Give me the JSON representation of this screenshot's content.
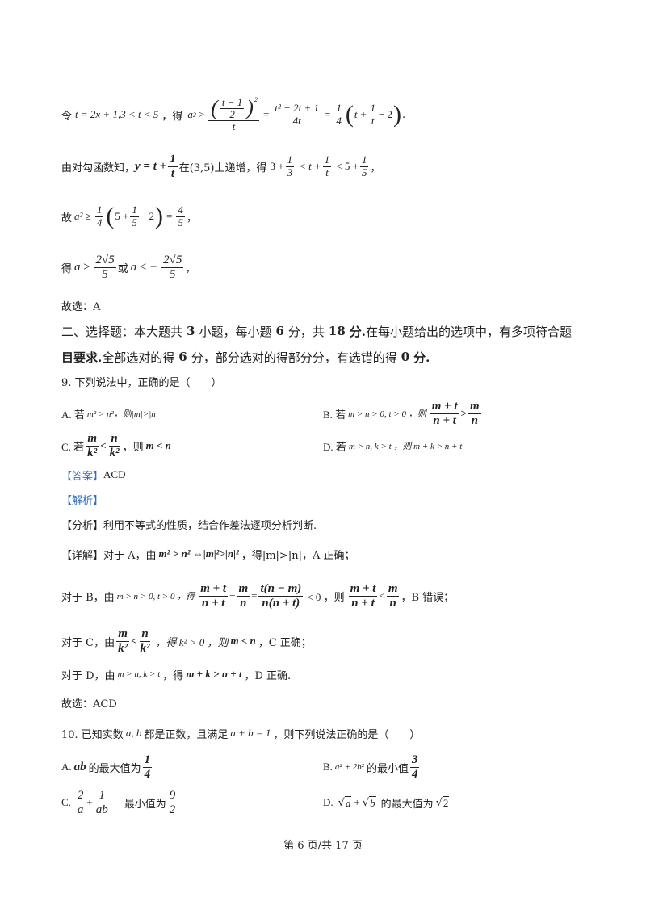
{
  "line1": {
    "pre": "令",
    "assign": "t = 2x + 1,3 < t < 5",
    "mid": "，得",
    "lhs": "a",
    "sq": "2",
    "gt": ">",
    "f1_inner_num": "t − 1",
    "f1_inner_den": "2",
    "f1_den": "t",
    "eq1": "=",
    "f2_num": "t² − 2t + 1",
    "f2_den": "4t",
    "eq2": "=",
    "f3_num": "1",
    "f3_den": "4",
    "inner_t": "t +",
    "f4_num": "1",
    "f4_den": "t",
    "inner_rest": "− 2",
    "end": "."
  },
  "line2": {
    "pre": "由对勾函数知，",
    "fn": "y = t +",
    "fn_num": "1",
    "fn_den": "t",
    "domain": "在(3,5)上递增，得",
    "a1": "3 +",
    "a1_num": "1",
    "a1_den": "3",
    "a2": "< t +",
    "a2_num": "1",
    "a2_den": "t",
    "a3": "< 5 +",
    "a3_num": "1",
    "a3_den": "5",
    "end": "，"
  },
  "line3": {
    "pre": "故",
    "lhs": "a² ≥",
    "f_num": "1",
    "f_den": "4",
    "inner": "5 +",
    "i_num": "1",
    "i_den": "5",
    "inner_rest": "− 2",
    "eq": "=",
    "r_num": "4",
    "r_den": "5",
    "end": "，"
  },
  "line4": {
    "pre": "得",
    "l1": "a ≥",
    "n1": "2√5",
    "d1": "5",
    "or": "或",
    "l2": "a ≤ −",
    "n2": "2√5",
    "d2": "5",
    "end": "，"
  },
  "line5": "故选：A",
  "section2": {
    "p1": "二、选择题：本大题共",
    "n1": "3",
    "p2": "小题，每小题",
    "n2": "6",
    "p3": "分，共",
    "n3": "18",
    "p4": "分.",
    "p5": "在每小题给出的选项中，有多项符合题",
    "line2_a": "目要求.",
    "line2_b": "全部选对的得",
    "n4": "6",
    "line2_c": "分，部分选对的得部分分，有选错的得",
    "n5": "0",
    "line2_d": "分."
  },
  "q9": {
    "stem": "9. 下列说法中，正确的是（　　）",
    "A_label": "A. 若",
    "A_text": "m² > n²，则|m|>|n|",
    "B_label": "B. 若",
    "B_cond": "m > n > 0, t > 0 ，则",
    "B_num1": "m + t",
    "B_den1": "n + t",
    "B_gt": ">",
    "B_num2": "m",
    "B_den2": "n",
    "C_label": "C. 若",
    "C_num1": "m",
    "C_den1": "k²",
    "C_lt": "<",
    "C_num2": "n",
    "C_den2": "k²",
    "C_then": "，则",
    "C_res": "m < n",
    "D_label": "D. 若",
    "D_text": "m > n, k > t ，则 m + k > n + t"
  },
  "answer": {
    "tag": "【答案】",
    "val": "ACD"
  },
  "analysis_tag": "【解析】",
  "fenxi": {
    "tag": "【分析】",
    "text": "利用不等式的性质，结合作差法逐项分析判断."
  },
  "xiangjie": {
    "tag": "【详解】",
    "t1": "对于 A，由",
    "expr": "m² > n² ⇔|m|²>|n|²",
    "t2": "，得|m|>|n|，A 正确；"
  },
  "forB": {
    "t1": "对于 B，由",
    "cond": "m > n > 0, t > 0 ，得",
    "n1": "m + t",
    "d1": "n + t",
    "minus": "−",
    "n2": "m",
    "d2": "n",
    "eq": "=",
    "n3": "t(n − m)",
    "d3": "n(n + t)",
    "lt0": "< 0 ，则",
    "n4": "m + t",
    "d4": "n + t",
    "lt": "<",
    "n5": "m",
    "d5": "n",
    "end": "，B 错误；"
  },
  "forC": {
    "t1": "对于 C，由",
    "n1": "m",
    "d1": "k²",
    "lt": "<",
    "n2": "n",
    "d2": "k²",
    "t2": "，得 k² > 0 ，则",
    "res": "m < n",
    "end": "，C 正确；"
  },
  "forD": {
    "t1": "对于 D，由",
    "cond": "m > n, k > t",
    "t2": "，得",
    "res": "m + k > n + t",
    "end": "，D 正确."
  },
  "final": "故选：ACD",
  "q10": {
    "stem_a": "10. 已知实数",
    "vars": "a, b",
    "stem_b": "都是正数，且满足",
    "cond": "a + b = 1",
    "stem_c": "，则下列说法正确的是（　　）",
    "A_label": "A.",
    "A_expr": "ab",
    "A_text": "的最大值为",
    "A_num": "1",
    "A_den": "4",
    "B_label": "B.",
    "B_expr": "a² + 2b²",
    "B_text": "的最小值",
    "B_num": "3",
    "B_den": "4",
    "C_label": "C.",
    "C_n1": "2",
    "C_d1": "a",
    "C_plus": "+",
    "C_n2": "1",
    "C_d2": "ab",
    "C_text": "最小值为",
    "C_num": "9",
    "C_den": "2",
    "D_label": "D.",
    "D_r1": "a",
    "D_plus": "+",
    "D_r2": "b",
    "D_text": "的最大值为",
    "D_r3": "2"
  },
  "footer": "第 6 页/共 17 页"
}
